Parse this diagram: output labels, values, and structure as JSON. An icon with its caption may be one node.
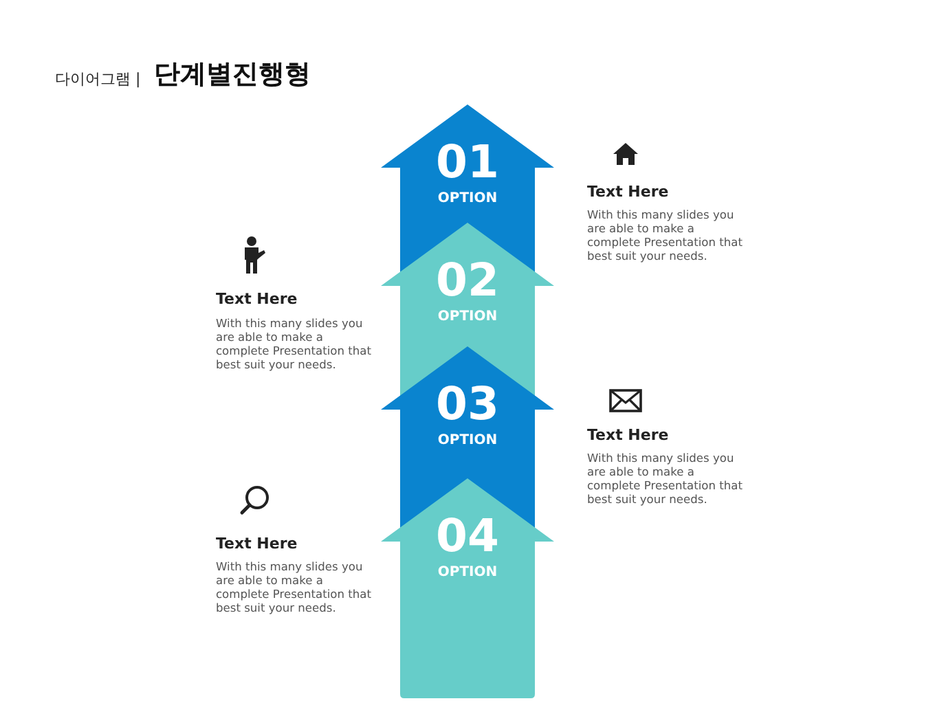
{
  "diagram": {
    "title": "단계별진행형",
    "nodes": [
      {
        "text": [
          "01",
          "OPTION"
        ]
      },
      {
        "text": [
          "02",
          "OPTION"
        ]
      },
      {
        "text": [
          "03",
          "OPTION"
        ]
      },
      {
        "text": [
          "04",
          "OPTION"
        ]
      }
    ],
    "labels": [
      "다이어그램 |",
      "Text Here",
      "With this many slides you are able to make a complete Presentation that best suit your needs.",
      "Text Here",
      "With this many slides you are able to make a complete Presentation that best suit your needs.",
      "Text Here",
      "With this many slides you are able to make a complete Presentation that best suit your needs.",
      "Text Here",
      "With this many slides you are able to make a complete Presentation that best suit your needs."
    ]
  }
}
